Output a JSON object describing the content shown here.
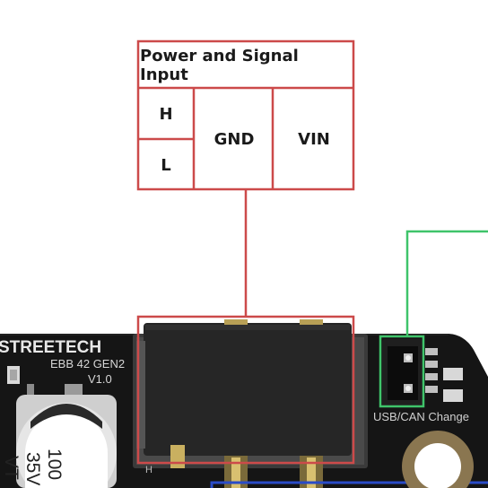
{
  "table": {
    "title": "Power and Signal Input",
    "cells": {
      "h": "H",
      "l": "L",
      "gnd": "GND",
      "vin": "VIN"
    }
  },
  "board": {
    "brand": "STREETECH",
    "model": "EBB 42 GEN2",
    "version": "V1.0",
    "capacitor_value": "100",
    "capacitor_voltage": "35V",
    "capacitor_mark": "VT",
    "jumper_label": "USB/CAN Change",
    "silk_h": "H"
  },
  "colors": {
    "table_border": "#cc4a4a",
    "jumper_line": "#3fc46a",
    "board": "#141414"
  }
}
